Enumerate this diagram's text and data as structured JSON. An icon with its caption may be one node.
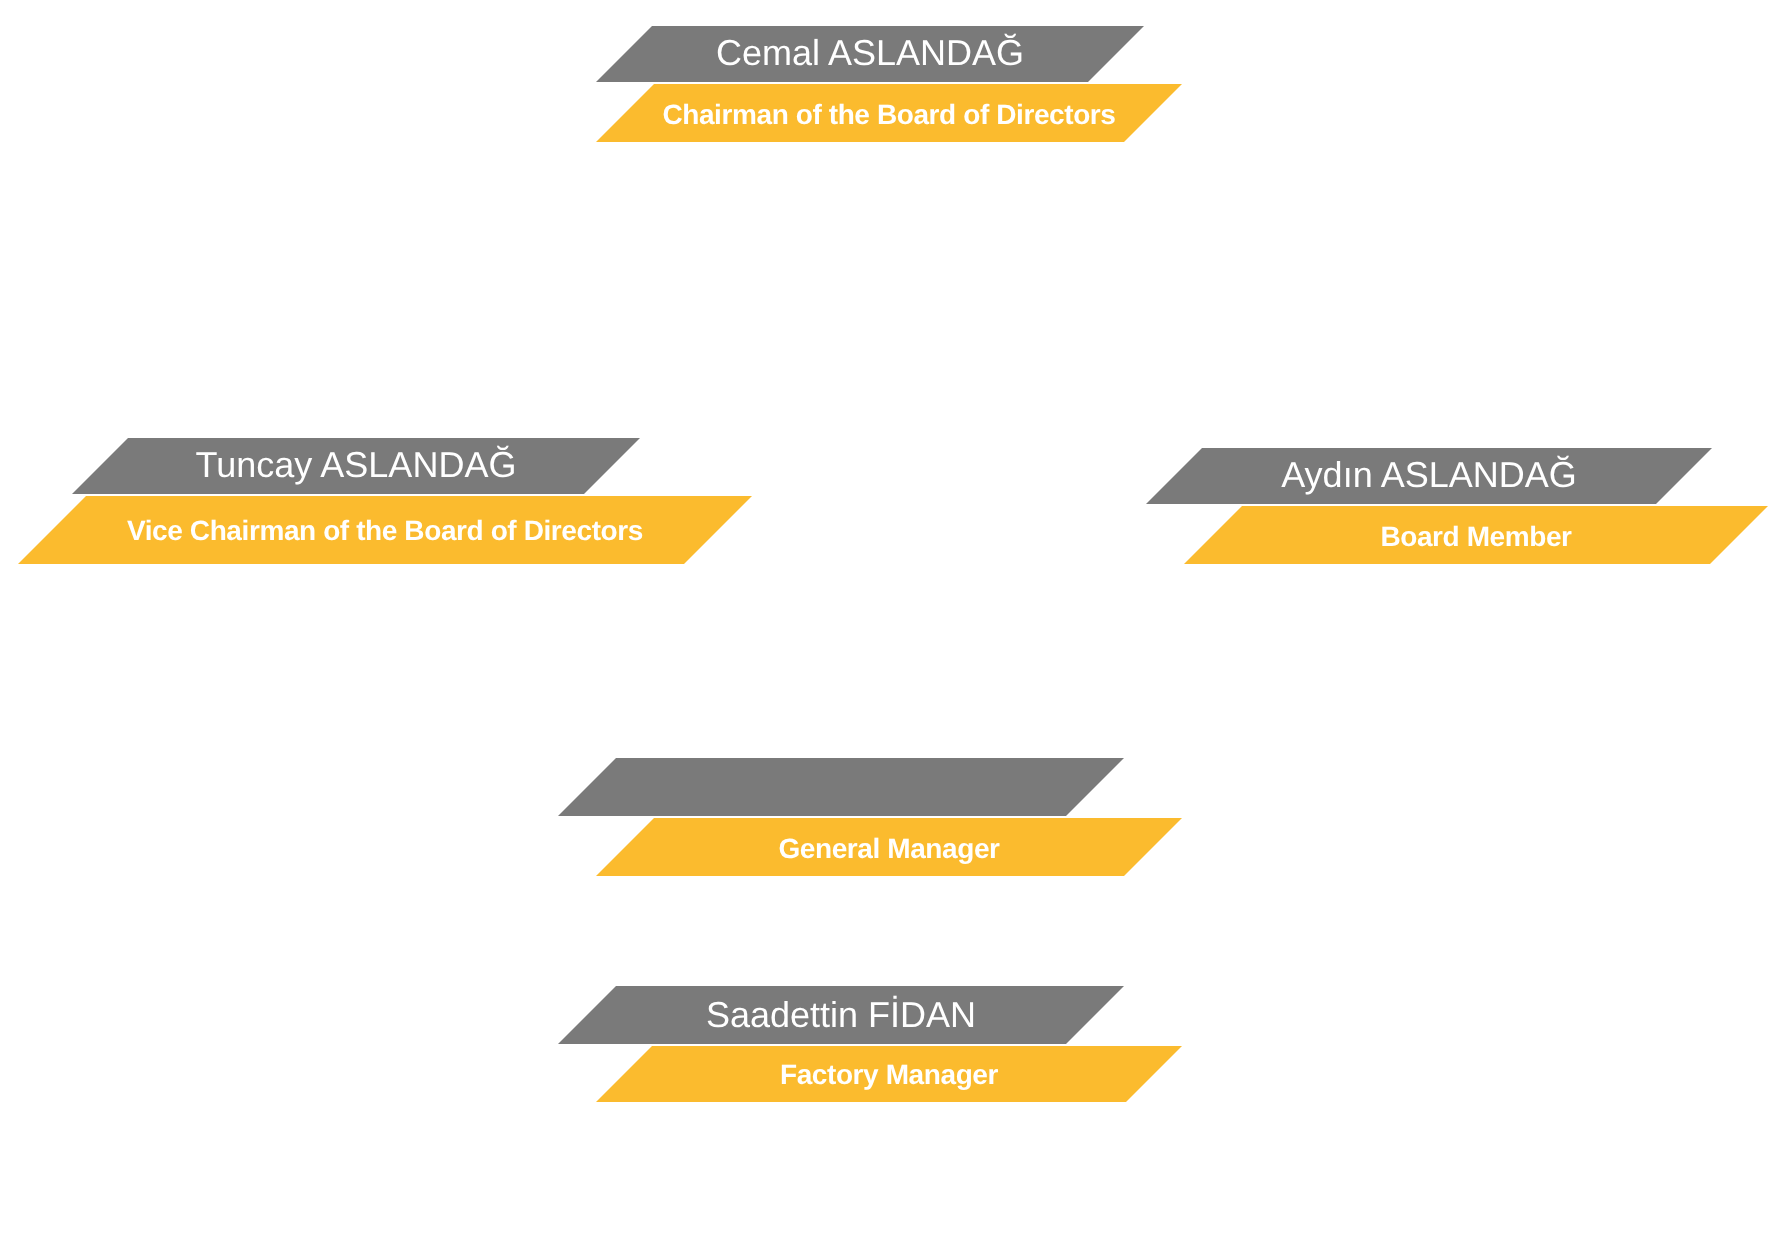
{
  "diagram": {
    "nodes": [
      {
        "text": [
          "Cemal ASLANDAĞ"
        ]
      },
      {
        "text": [
          "Chairman of the Board of Directors"
        ]
      },
      {
        "text": [
          "Tuncay ASLANDAĞ"
        ]
      },
      {
        "text": [
          "Vice Chairman of the Board of Directors"
        ]
      },
      {
        "text": [
          "Aydın ASLANDAĞ"
        ]
      },
      {
        "text": [
          "Board Member"
        ]
      },
      {
        "text": [],
        "shape": "parallelogram"
      },
      {
        "text": [
          "General Manager"
        ]
      },
      {
        "text": [
          "Saadettin FİDAN"
        ]
      },
      {
        "text": [
          "Factory Manager"
        ]
      }
    ]
  }
}
